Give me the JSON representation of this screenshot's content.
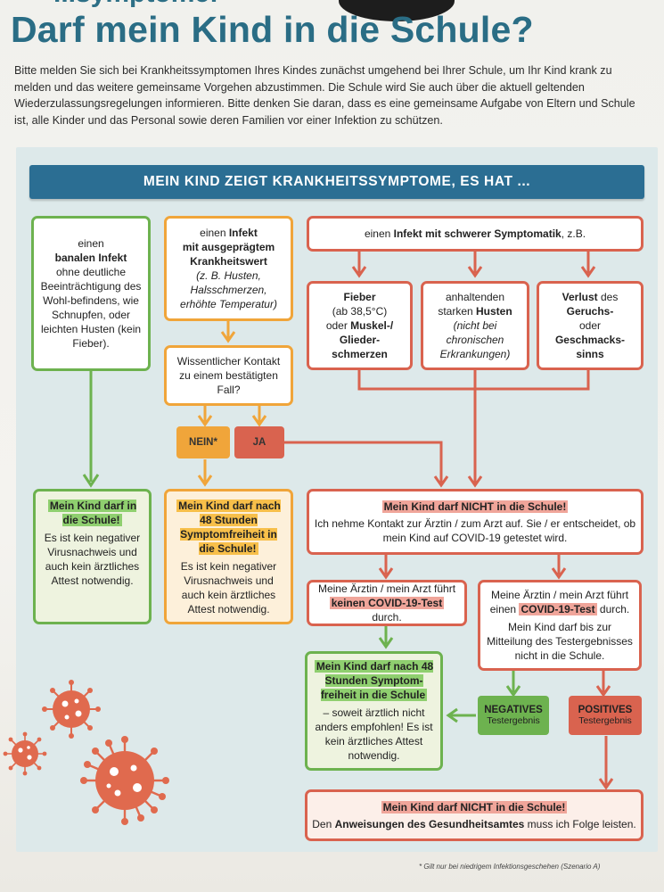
{
  "page": {
    "cut_title": "...symptome:",
    "title": "Darf mein Kind in die Schule?",
    "intro": "Bitte melden Sie sich bei Krankheitssymptomen Ihres Kindes zunächst umgehend bei Ihrer Schule, um Ihr Kind krank zu melden und das weitere gemeinsame Vorgehen abzustimmen. Die Schule wird Sie auch über die aktuell geltenden Wiederzulassungsregelungen informieren. Bitte denken Sie daran, dass es eine gemeinsame Aufgabe von Eltern und Schule ist, alle Kinder und das Personal sowie deren Familien vor einer Infektion zu schützen.",
    "footnote": "* Gilt nur bei niedrigem Infektionsgeschehen (Szenario A)"
  },
  "flow": {
    "header": "MEIN KIND ZEIGT KRANKHEITSSYMPTOME, ES HAT ...",
    "banal": {
      "l1": "einen",
      "l2": "banalen Infekt",
      "l3": "ohne deutliche Beeinträchtigung des Wohl-befindens, wie Schnupfen, oder leichten Husten (kein Fieber)."
    },
    "infekt": {
      "l1": "einen ",
      "l1b": "Infekt",
      "l2": "mit ausgeprägtem Krankheitswert",
      "l3": "(z. B. Husten, Halsschmerzen, erhöhte Temperatur)"
    },
    "schwer": {
      "pre": "einen ",
      "bold": "Infekt mit schwerer Symptomatik",
      "post": ", z.B."
    },
    "fieber": {
      "b1": "Fieber",
      "t1": "(ab 38,5°C)",
      "t2": "oder ",
      "b2": "Muskel-/ Glieder-schmerzen"
    },
    "husten": {
      "t1": "anhaltenden starken ",
      "b1": "Husten",
      "i1": "(nicht bei chronischen Erkrankungen)"
    },
    "verlust": {
      "b1": "Verlust",
      "t1": " des ",
      "b2": "Geruchs-",
      "t2": "oder",
      "b3": "Geschmacks-sinns"
    },
    "kontakt": "Wissentlicher Kontakt zu einem bestätigten Fall?",
    "nein": "NEIN*",
    "ja": "JA",
    "res_green": {
      "head": "Mein Kind darf in die Schule!",
      "body": "Es ist kein negativer Virusnachweis und auch kein ärztliches Attest notwendig."
    },
    "res_orange": {
      "head": "Mein Kind darf nach 48 Stunden Symptomfreiheit in die Schule!",
      "body": "Es ist kein negativer Virusnachweis und auch kein ärztliches Attest notwendig."
    },
    "res_red": {
      "head": "Mein Kind darf NICHT in die Schule!",
      "body": "Ich nehme Kontakt zur Ärztin / zum Arzt auf. Sie / er entscheidet, ob mein Kind auf COVID-19 getestet wird."
    },
    "kein_test": {
      "t1": "Meine Ärztin / mein Arzt führt ",
      "hl": "keinen COVID-19-Test",
      "t2": " durch."
    },
    "test": {
      "t1": "Meine Ärztin / mein Arzt führt einen ",
      "hl": "COVID-19-Test",
      "t2": " durch.",
      "t3": "Mein Kind darf bis zur Mitteilung des Testergebnisses nicht in die Schule."
    },
    "res_48": {
      "head": "Mein Kind darf nach 48 Stunden Symptom-freiheit in die Schule",
      "body": "– soweit ärztlich nicht anders empfohlen! Es ist kein ärztliches Attest notwendig."
    },
    "negativ": {
      "l1": "NEGATIVES",
      "l2": "Testergebnis"
    },
    "positiv": {
      "l1": "POSITIVES",
      "l2": "Testergebnis"
    },
    "final": {
      "head": "Mein Kind darf NICHT in die Schule!",
      "t1": "Den ",
      "b1": "Anweisungen des Gesundheitsamtes",
      "t2": " muss ich Folge leisten."
    }
  },
  "colors": {
    "title_blue": "#2a6d85",
    "header_blue": "#2b6e93",
    "green": "#6db24f",
    "orange": "#f0a53a",
    "red": "#d9634f",
    "panel": "#dde9ea",
    "virus": "#e06a4e"
  }
}
